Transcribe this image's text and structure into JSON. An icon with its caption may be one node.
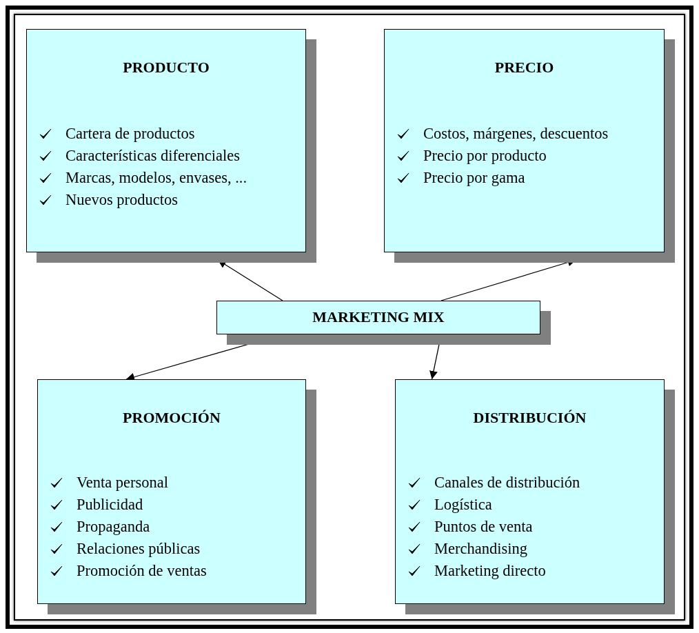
{
  "diagram": {
    "nodes": [
      {
        "text": [
          "PRODUCTO",
          "Cartera de productos",
          "Características diferenciales",
          "Marcas, modelos, envases, ...",
          "Nuevos productos"
        ]
      },
      {
        "text": [
          "PRECIO",
          "Costos, márgenes, descuentos",
          "Precio por producto",
          "Precio por gama"
        ]
      },
      {
        "text": [
          "MARKETING MIX"
        ]
      },
      {
        "text": [
          "PROMOCIÓN",
          "Venta personal",
          "Publicidad",
          "Propaganda",
          "Relaciones públicas",
          "Promoción de ventas"
        ]
      },
      {
        "text": [
          "DISTRIBUCIÓN",
          "Canales de distribución",
          "Logística",
          "Puntos de venta",
          "Merchandising",
          "Marketing directo"
        ]
      }
    ],
    "edges": [
      {
        "from": 2,
        "to": 0,
        "arrow": "to"
      },
      {
        "from": 2,
        "to": 1,
        "arrow": "to"
      },
      {
        "from": 2,
        "to": 3,
        "arrow": "to"
      },
      {
        "from": 2,
        "to": 4,
        "arrow": "to"
      }
    ]
  }
}
